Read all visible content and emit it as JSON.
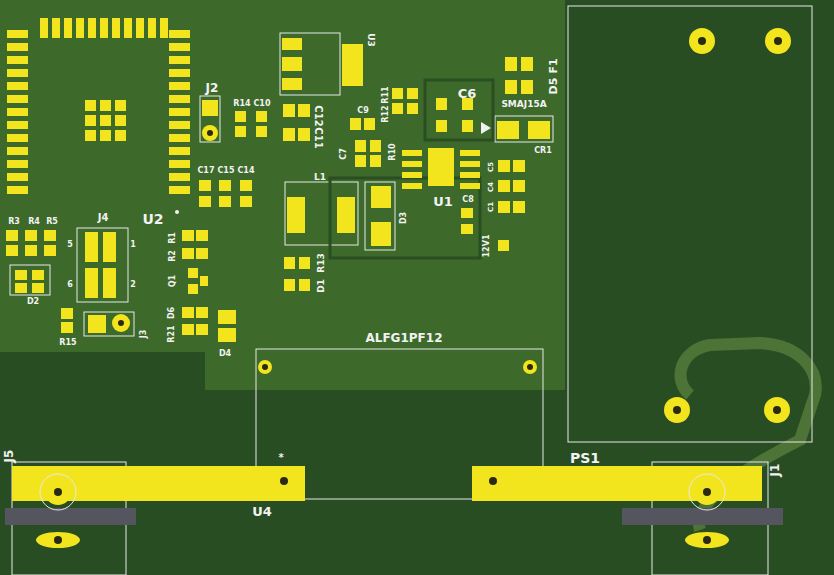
{
  "diagram": {
    "labels": [
      "U3",
      "C12",
      "C11",
      "R14",
      "C10",
      "J2",
      "C9",
      "R11",
      "R12",
      "C6",
      "F1",
      "D5",
      "SMAJ15A",
      "CR1",
      "C7",
      "R10",
      "C5",
      "C4",
      "C1",
      "L1",
      "D3",
      "U1",
      "C8",
      "12V1",
      "C17",
      "C15",
      "C14",
      "U2",
      "R3",
      "R4",
      "R5",
      "J4",
      "5",
      "1",
      "6",
      "2",
      "R1",
      "R2",
      "Q1",
      "D2",
      "R15",
      "J3",
      "D6",
      "R21",
      "D4",
      "R13",
      "D1",
      "ALFG1PF12",
      "J5",
      "*",
      "U4",
      "PS1",
      "J1"
    ]
  }
}
